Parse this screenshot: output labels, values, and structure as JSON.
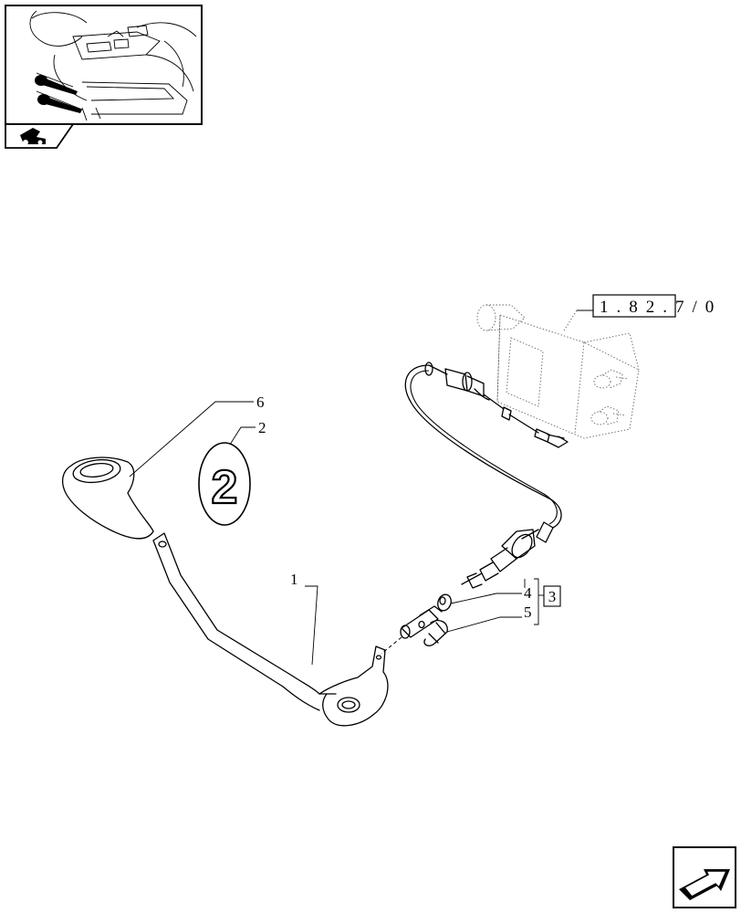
{
  "callouts": {
    "c1": "1",
    "c2": "2",
    "c3": "3",
    "c4": "4",
    "c5": "5",
    "c6": "6"
  },
  "badge_number": "2",
  "reference": "1.82.7/0",
  "icons": {
    "thumbnail": "tractor-cab-thumbnail-icon",
    "section": "tractor-section-tab-icon",
    "next_page": "next-page-arrow-icon"
  }
}
